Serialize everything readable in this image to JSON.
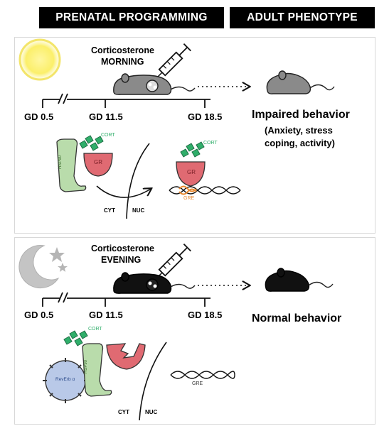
{
  "headers": {
    "left": "PRENATAL PROGRAMMING",
    "right": "ADULT PHENOTYPE"
  },
  "morning": {
    "cort_line1": "Corticosterone",
    "cort_line2": "MORNING",
    "gd_start": "GD 0.5",
    "gd_mid": "GD 11.5",
    "gd_end": "GD 18.5",
    "outcome_title": "Impaired behavior",
    "outcome_detail_1": "(Anxiety, stress",
    "outcome_detail_2": "coping, activity)",
    "label_cort_cyt": "CORT",
    "label_gr_cyt": "GR",
    "label_hsp": "HSP90",
    "label_cort_nuc": "CORT",
    "label_gr_nuc": "GR",
    "label_gre": "GRE",
    "label_cyt": "CYT",
    "label_nuc": "NUC",
    "mouse_color": "#8a8a8a"
  },
  "evening": {
    "cort_line1": "Corticosterone",
    "cort_line2": "EVENING",
    "gd_start": "GD 0.5",
    "gd_mid": "GD 11.5",
    "gd_end": "GD 18.5",
    "outcome_title": "Normal behavior",
    "label_cort": "CORT",
    "label_reverb": "RevErb α",
    "label_hsp": "HSP90",
    "label_gre": "GRE",
    "label_cyt": "CYT",
    "label_nuc": "NUC",
    "mouse_color": "#111111"
  },
  "colors": {
    "sun": "#fbf28a",
    "moon": "#c9c9c9",
    "cort": "#2fae6a",
    "gr": "#e06a72",
    "hsp": "#b9dcab",
    "gre": "#e8882e",
    "reverb": "#b9c9e8"
  }
}
